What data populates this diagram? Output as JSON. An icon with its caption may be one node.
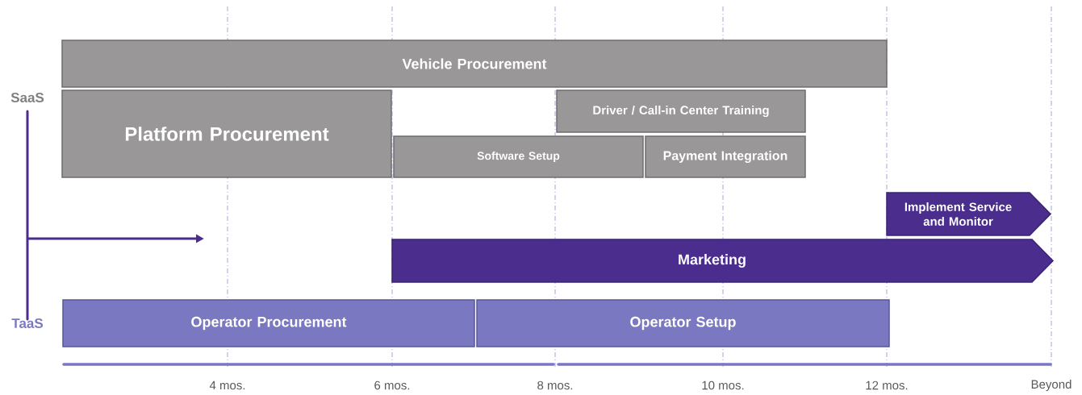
{
  "diagram": {
    "nodes": [
      {
        "text": [
          "Vehicle Procurement"
        ]
      },
      {
        "text": [
          "Platform Procurement"
        ]
      },
      {
        "text": [
          "Driver / Call-in Center Training"
        ]
      },
      {
        "text": [
          "Software Setup"
        ]
      },
      {
        "text": [
          "Payment Integration"
        ]
      },
      {
        "text": [
          "Implement Service and Monitor"
        ]
      },
      {
        "text": [
          "Marketing"
        ]
      },
      {
        "text": [
          "Operator Procurement"
        ]
      },
      {
        "text": [
          "Operator Setup"
        ]
      }
    ],
    "labels": [
      "SaaS",
      "TaaS",
      "4 mos.",
      "6 mos.",
      "8 mos.",
      "10 mos.",
      "12 mos.",
      "Beyond"
    ]
  }
}
